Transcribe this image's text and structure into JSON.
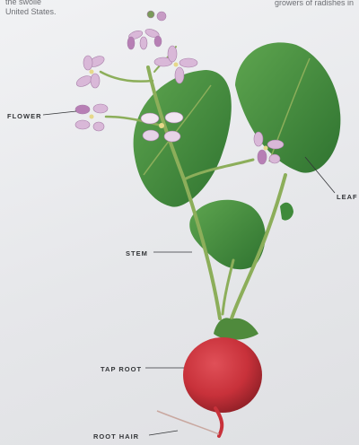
{
  "page_fragments": {
    "top_left_line1": "the swolle",
    "top_left_line2": "United States.",
    "top_right": "growers of radishes in"
  },
  "labels": {
    "flower": "FLOWER",
    "leaf": "LEAF",
    "stem": "STEM",
    "tap_root": "TAP ROOT",
    "root_hair": "ROOT HAIR"
  },
  "colors": {
    "page": "#eceef0",
    "leaf": "#3f8a3a",
    "stem": "#8cae5a",
    "petal": "#d9b8d8",
    "root": "#c8313a",
    "label": "#333538"
  }
}
